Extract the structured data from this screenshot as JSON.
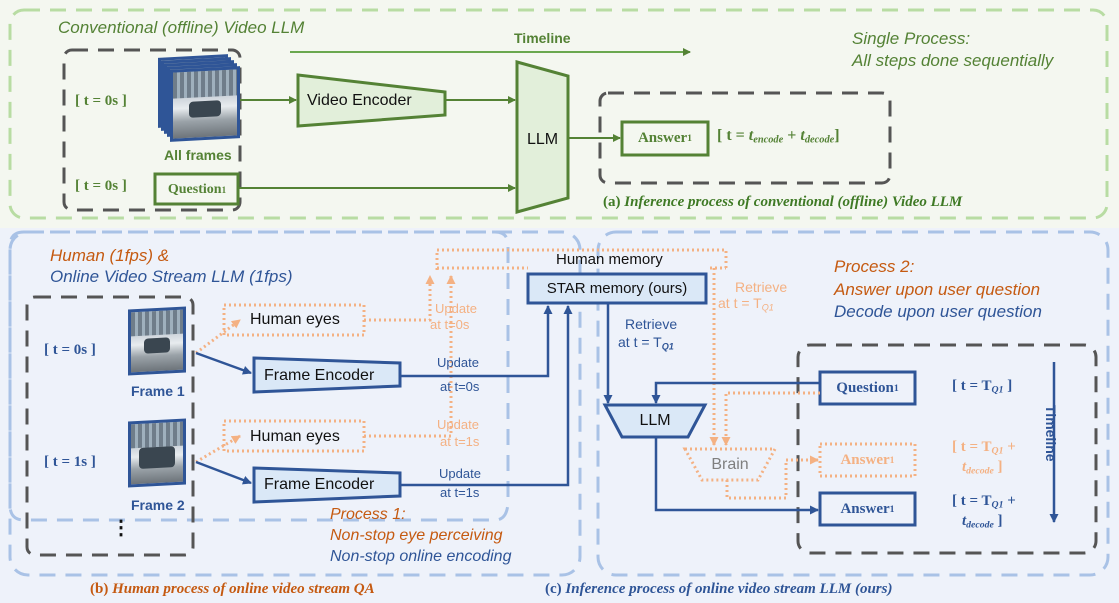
{
  "colors": {
    "green": "#548235",
    "green_fill": "#e2efda",
    "blue": "#2f5597",
    "blue_fill": "#dae8f7",
    "orange": "#c55a11",
    "peach": "#f4b183",
    "panel_a_bg": "#f4f7f0",
    "panel_bc_bg": "#eef2fa",
    "panel_a_border": "#b8dca3",
    "panel_bc_border": "#a9c2e6",
    "inner_border": "#555555"
  },
  "panel_a": {
    "title": "Conventional (offline) Video LLM",
    "timeline_label": "Timeline",
    "note_line1": "Single Process:",
    "note_line2": "All steps done sequentially",
    "t_frames": "[ t = 0s ]",
    "t_question": "[ t = 0s ]",
    "frames_label": "All frames",
    "question_label": "Question",
    "question_sub": "1",
    "video_encoder_label": "Video Encoder",
    "llm_label": "LLM",
    "answer_label": "Answer",
    "answer_sub": "1",
    "answer_time_prefix": "[ t = ",
    "answer_time_t1": "t",
    "answer_time_s1": "encode",
    "answer_time_plus": " + ",
    "answer_time_t2": "t",
    "answer_time_s2": "decode",
    "answer_time_suffix": "]",
    "caption_prefix": "(a) ",
    "caption": "Inference process of conventional (offline) Video LLM"
  },
  "panel_b": {
    "title_human": "Human (1fps) &",
    "title_llm": "Online Video Stream LLM (1fps)",
    "frames": [
      {
        "time": "[ t = 0s ]",
        "label": "Frame 1",
        "eyes": "Human eyes",
        "eyes_update_1": "Update",
        "eyes_update_2": "at t=0s",
        "encoder": "Frame Encoder",
        "enc_update_1": "Update",
        "enc_update_2": "at t=0s"
      },
      {
        "time": "[ t = 1s ]",
        "label": "Frame 2",
        "eyes": "Human eyes",
        "eyes_update_1": "Update",
        "eyes_update_2": "at t=1s",
        "encoder": "Frame Encoder",
        "enc_update_1": "Update",
        "enc_update_2": "at t=1s"
      }
    ],
    "ellipsis": "⋮",
    "process1_title": "Process 1:",
    "process1_human": "Non-stop eye perceiving",
    "process1_llm": "Non-stop online encoding",
    "caption_prefix": "(b) ",
    "caption": "Human process of online video stream QA"
  },
  "panel_c": {
    "human_memory_label": "Human memory",
    "star_memory_label": "STAR memory (ours)",
    "retrieve_human_1": "Retrieve",
    "retrieve_human_2": "at t = T",
    "retrieve_human_sub": "Q1",
    "retrieve_llm_1": "Retrieve",
    "retrieve_llm_2": "at t = T",
    "retrieve_llm_sub": "Q1",
    "process2_title": "Process 2:",
    "process2_human": "Answer upon user question",
    "process2_llm": "Decode upon user question",
    "llm_label": "LLM",
    "brain_label": "Brain",
    "question_label": "Question",
    "question_sub": "1",
    "question_time": "[ t = T",
    "question_time_sub": "Q1",
    "question_time_end": " ]",
    "human_answer_label": "Answer",
    "human_answer_sub": "1",
    "human_answer_time_1": "[ t = T",
    "human_answer_time_sub": "Q1",
    "human_answer_time_plus": " +",
    "human_answer_time_2": "t",
    "human_answer_time_2sub": "decode",
    "human_answer_time_end": " ]",
    "llm_answer_label": "Answer",
    "llm_answer_sub": "1",
    "llm_answer_time_1": "[ t = T",
    "llm_answer_time_sub": "Q1",
    "llm_answer_time_plus": " +",
    "llm_answer_time_2": "t",
    "llm_answer_time_2sub": "decode",
    "llm_answer_time_end": " ]",
    "timeline_label": "Timeline",
    "caption_prefix": "(c) ",
    "caption": "Inference process of online video stream LLM (ours)"
  }
}
